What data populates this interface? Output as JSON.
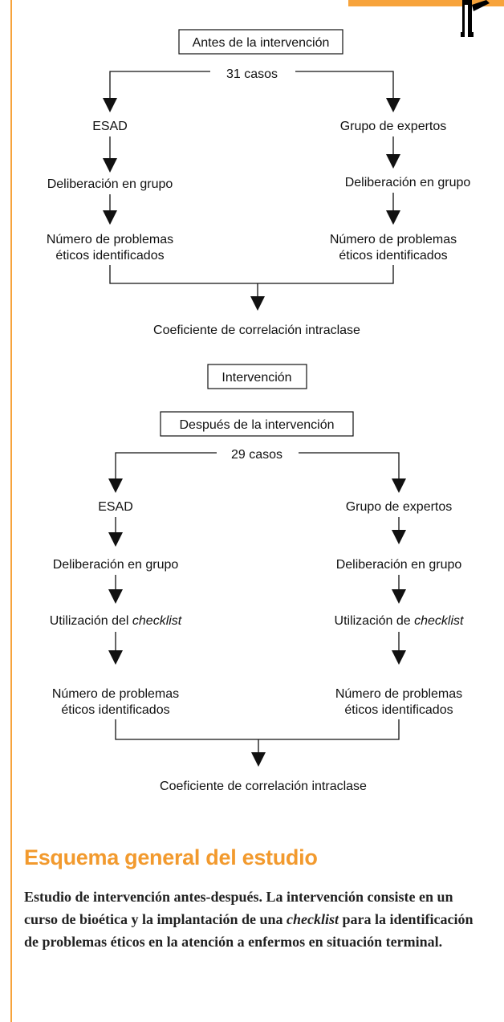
{
  "before": {
    "box_label": "Antes de la intervención",
    "cases": "31 casos",
    "left": [
      "ESAD",
      "Deliberación en grupo",
      "Número de problemas",
      "éticos identificados"
    ],
    "right": [
      "Grupo de expertos",
      "Deliberación en grupo",
      "Número de problemas",
      "éticos identificados"
    ],
    "result": "Coeficiente de correlación intraclase"
  },
  "intervention": {
    "box_label": "Intervención"
  },
  "after": {
    "box_label": "Después de la intervención",
    "cases": "29 casos",
    "left": [
      "ESAD",
      "Deliberación en grupo",
      "Utilización del ",
      "checklist",
      "Número de problemas",
      "éticos identificados"
    ],
    "right": [
      "Grupo de expertos",
      "Deliberación en grupo",
      "Utilización de ",
      "checklist",
      "Número de problemas",
      "éticos identificados"
    ],
    "result": "Coeficiente de correlación intraclase"
  },
  "section": {
    "heading": "Esquema general del estudio",
    "desc_part1": "Estudio de intervención antes-después. La intervención consiste en un curso de bioética y la implantación de una ",
    "desc_em": "checklist",
    "desc_part2": " para la identificación de problemas éticos en la atención a enfermos en situación terminal."
  },
  "colors": {
    "accent": "#f7a33b",
    "heading": "#f29a2e",
    "ink": "#111111"
  }
}
